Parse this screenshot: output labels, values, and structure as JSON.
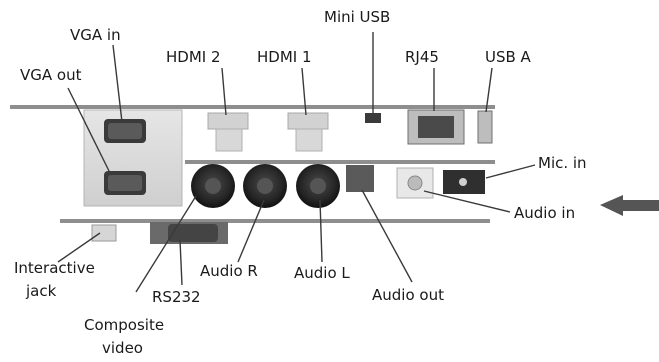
{
  "labels": {
    "vga_in": "VGA in",
    "vga_out": "VGA out",
    "hdmi2": "HDMI 2",
    "hdmi1": "HDMI 1",
    "mini_usb": "Mini USB",
    "rj45": "RJ45",
    "usb_a": "USB A",
    "mic_in": "Mic. in",
    "audio_in": "Audio in",
    "interactive_jack_line1": "Interactive",
    "interactive_jack_line2": "jack",
    "audio_r": "Audio R",
    "audio_l": "Audio L",
    "rs232": "RS232",
    "audio_out": "Audio out",
    "composite_video_line1": "Composite",
    "composite_video_line2": "video"
  },
  "colors": {
    "board": "#9a9a9a",
    "board_dark": "#6f6f6f",
    "connector_dark": "#3a3a3a",
    "connector_light": "#c8c8c8",
    "leader": "#3a3a3a",
    "arrow": "#555555"
  }
}
